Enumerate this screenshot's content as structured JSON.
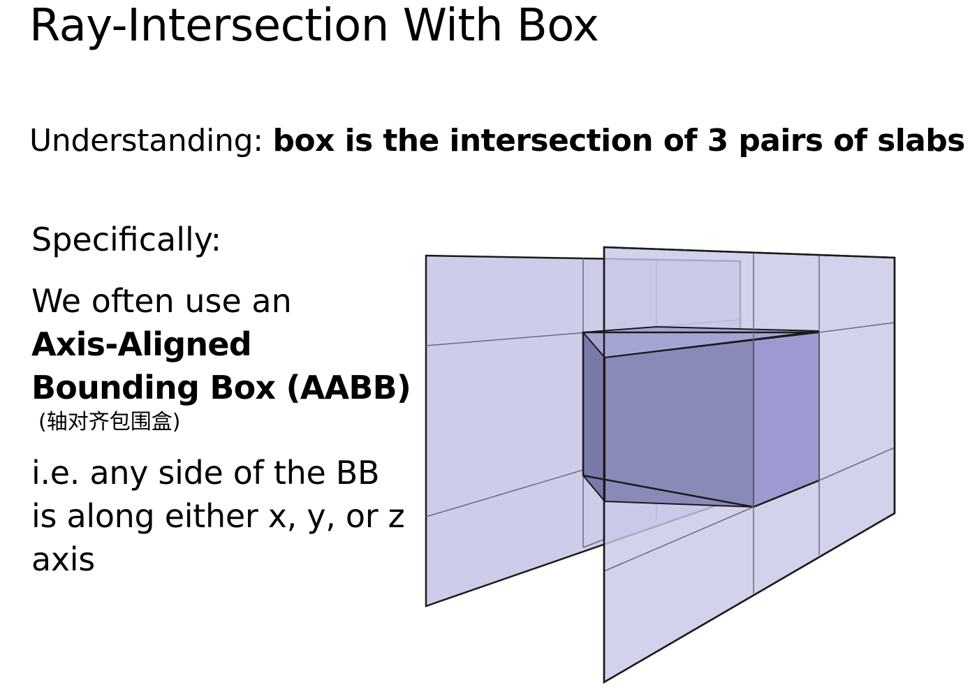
{
  "slide": {
    "title": "Ray-Intersection With Box",
    "understanding_prefix": "Understanding: ",
    "understanding_bold": "box is the intersection of 3 pairs of slabs",
    "specifically": "Specifically:",
    "use_an": "We often use an",
    "aabb_line1": "Axis-Aligned",
    "aabb_line2": "Bounding Box (AABB)",
    "aabb_chinese": "(轴对齐包围盒)",
    "description": "i.e. any side of the BB is along either x, y, or z axis"
  },
  "figure": {
    "slab_color": "#c8c8e8",
    "box_color": "#8080b8",
    "edge_color": "#1a1a1a",
    "grid_color": "#6a6a7a"
  }
}
